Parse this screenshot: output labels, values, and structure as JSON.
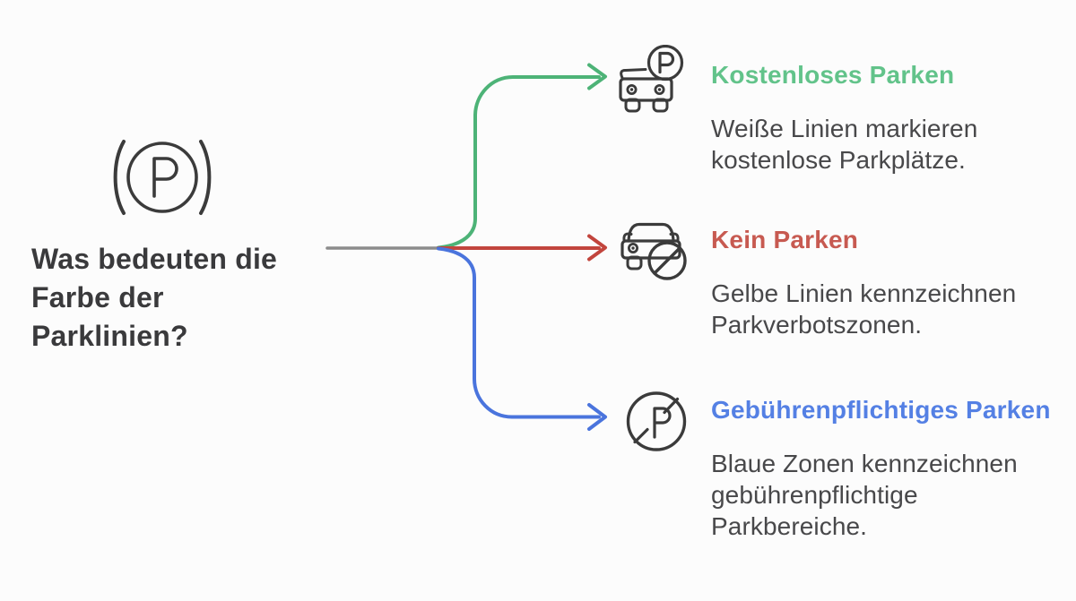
{
  "colors": {
    "background": "#fcfcfc",
    "icon_stroke": "#3b3b3b",
    "trunk_line": "#8c8c8c",
    "title_text": "#3a3a3c",
    "body_text": "#48484a"
  },
  "question": {
    "icon": "parking-brake-indicator-icon",
    "title": "Was bedeuten die Farbe der Parklinien?"
  },
  "branches": [
    {
      "id": "free-parking",
      "icon": "car-with-parking-badge-icon",
      "heading": "Kostenloses Parken",
      "heading_color": "#62c38a",
      "line_color": "#4db377",
      "body": "Weiße Linien markieren kostenlose Parkplätze."
    },
    {
      "id": "no-parking",
      "icon": "car-no-parking-icon",
      "heading": "Kein Parken",
      "heading_color": "#c75a51",
      "line_color": "#c2453d",
      "body": "Gelbe Linien kennzeichnen Parkverbotszonen."
    },
    {
      "id": "paid-parking",
      "icon": "no-free-parking-sign-icon",
      "heading": "Gebührenpflichtiges Parken",
      "heading_color": "#5480e4",
      "line_color": "#4a74dd",
      "body": "Blaue Zonen kennzeichnen gebührenpflichtige Parkbereiche."
    }
  ]
}
